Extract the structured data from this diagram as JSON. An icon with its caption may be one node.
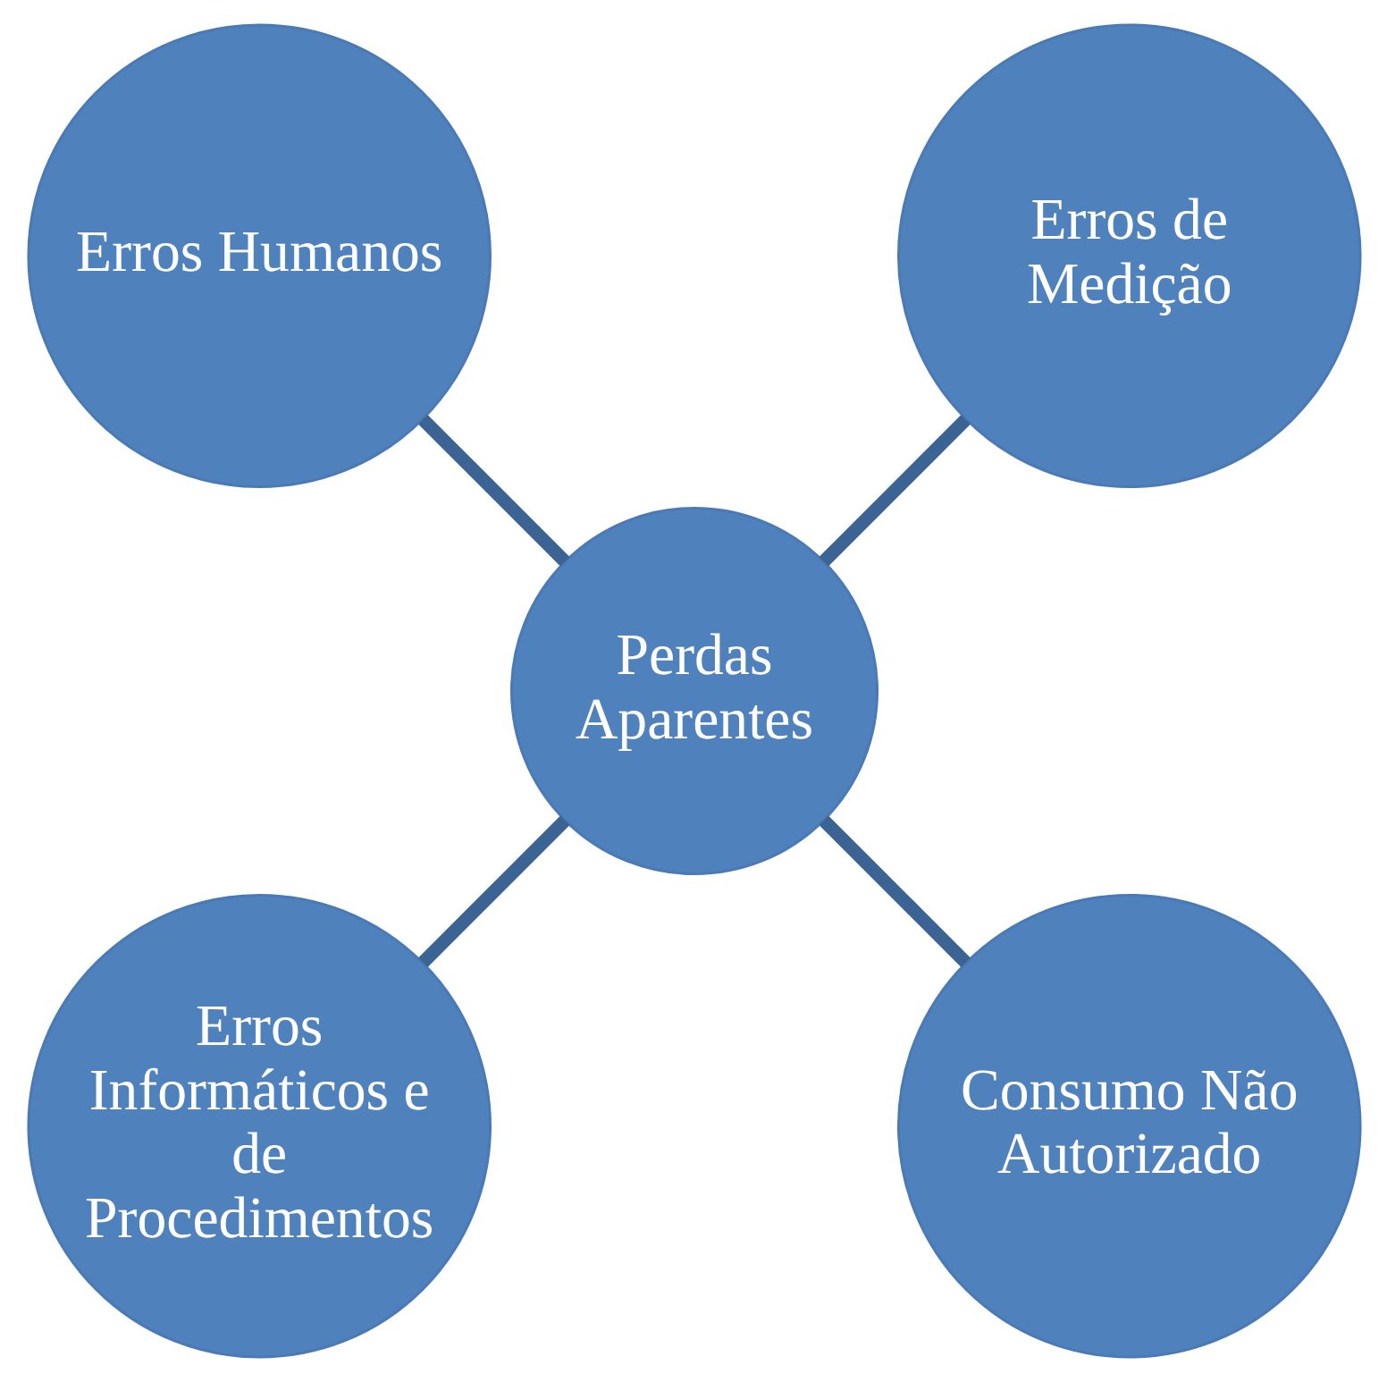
{
  "diagram": {
    "nodes": [
      {
        "text": [
          "Perdas Aparentes"
        ]
      },
      {
        "text": [
          "Erros de Medição"
        ]
      },
      {
        "text": [
          "Erros Humanos"
        ]
      },
      {
        "text": [
          "Erros Informáticos e de Procedimentos"
        ]
      },
      {
        "text": [
          "Consumo Não Autorizado"
        ]
      }
    ],
    "edges": [
      {
        "from": 0,
        "to": 1,
        "arrow": "none"
      },
      {
        "from": 0,
        "to": 2,
        "arrow": "none"
      },
      {
        "from": 0,
        "to": 3,
        "arrow": "none"
      },
      {
        "from": 0,
        "to": 4,
        "arrow": "none"
      }
    ]
  }
}
